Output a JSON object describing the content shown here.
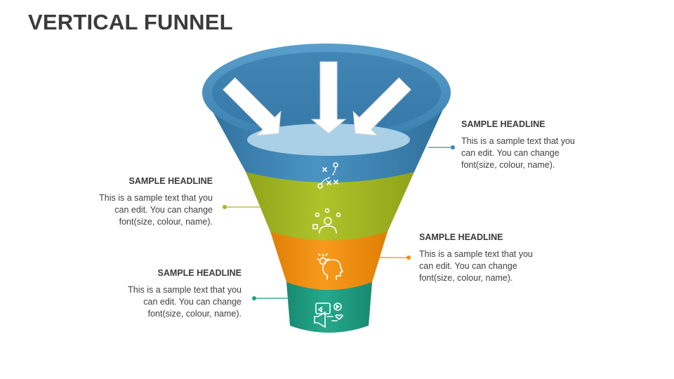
{
  "title": "VERTICAL FUNNEL",
  "colors": {
    "blue": "#3f86b5",
    "green": "#a3b823",
    "orange": "#f28f0c",
    "teal": "#1f9e82",
    "text": "#404040"
  },
  "stages": [
    {
      "icon": "strategy-icon",
      "color": "#3f86b5"
    },
    {
      "icon": "person-ideas-icon",
      "color": "#a3b823"
    },
    {
      "icon": "head-idea-icon",
      "color": "#f28f0c"
    },
    {
      "icon": "marketing-megaphone-icon",
      "color": "#1f9e82"
    }
  ],
  "callouts": [
    {
      "headline": "SAMPLE HEADLINE",
      "text": "This is a sample text that you can edit. You can change font(size, colour, name).",
      "color": "#3f86b5"
    },
    {
      "headline": "SAMPLE HEADLINE",
      "text": "This is a sample text that you can edit. You can change font(size, colour, name).",
      "color": "#a3b823"
    },
    {
      "headline": "SAMPLE HEADLINE",
      "text": "This is a sample text that you can edit. You can change font(size, colour, name).",
      "color": "#f28f0c"
    },
    {
      "headline": "SAMPLE HEADLINE",
      "text": "This is a sample text that you can edit. You can change font(size, colour, name).",
      "color": "#1f9e82"
    }
  ]
}
